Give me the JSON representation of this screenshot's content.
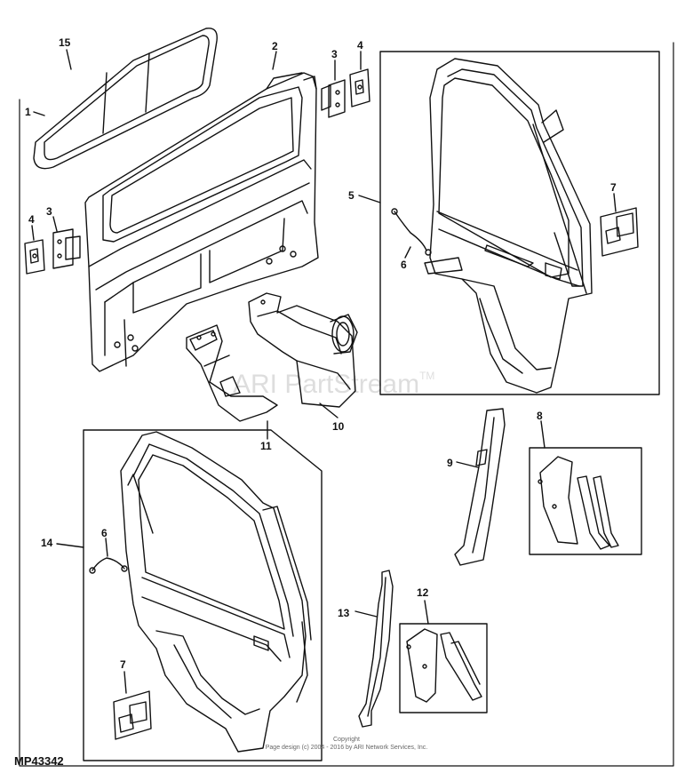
{
  "diagram_code": "MP43342",
  "watermark": "ARI PartStream",
  "watermark_mark": "TM",
  "copyright_line1": "Copyright",
  "copyright_line2": "Page design (c) 2004 - 2016 by ARI Network Services, Inc.",
  "callouts": {
    "c1": "1",
    "c2": "2",
    "c3a": "3",
    "c3b": "3",
    "c4a": "4",
    "c4b": "4",
    "c5": "5",
    "c6a": "6",
    "c6b": "6",
    "c7a": "7",
    "c7b": "7",
    "c8": "8",
    "c9": "9",
    "c10": "10",
    "c11": "11",
    "c12": "12",
    "c13": "13",
    "c14": "14",
    "c15": "15"
  }
}
